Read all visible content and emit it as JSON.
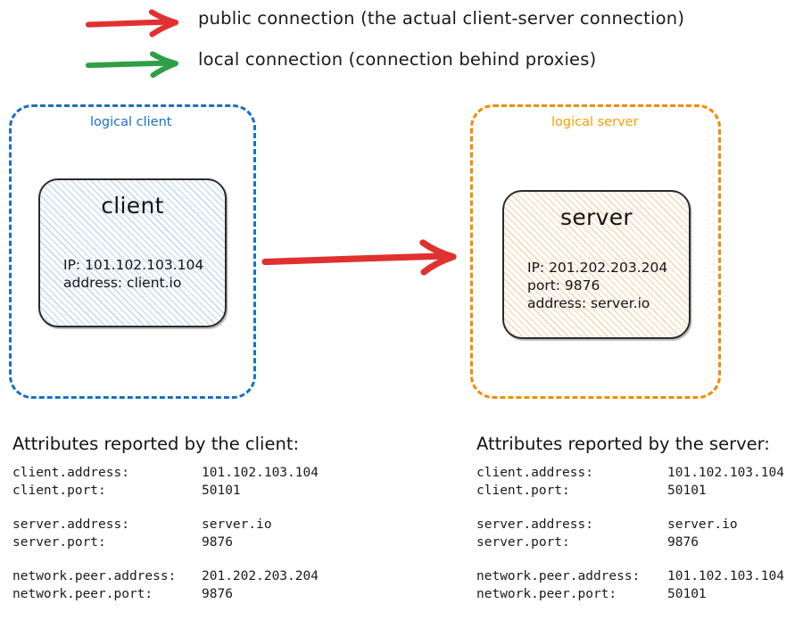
{
  "legend": {
    "items": [
      {
        "icon": "arrow-right-icon",
        "color": "#e03131",
        "label": "public connection (the actual client-server connection)"
      },
      {
        "icon": "arrow-right-icon",
        "color": "#2f9e44",
        "label": "local connection (connection behind proxies)"
      }
    ]
  },
  "diagram": {
    "client_container": {
      "label": "logical client",
      "color": "#1971c2"
    },
    "server_container": {
      "label": "logical server",
      "color": "#f59f00"
    },
    "client_node": {
      "title": "client",
      "lines": [
        "IP: 101.102.103.104",
        "address: client.io"
      ]
    },
    "server_node": {
      "title": "server",
      "lines": [
        "IP: 201.202.203.204",
        "port: 9876",
        "address: server.io"
      ]
    },
    "connection_arrow": {
      "icon": "arrow-right-icon",
      "color": "#e03131"
    }
  },
  "client_attributes": {
    "heading": "Attributes reported by the client:",
    "groups": [
      [
        {
          "key": "client.address:",
          "value": "101.102.103.104"
        },
        {
          "key": "client.port:",
          "value": "50101"
        }
      ],
      [
        {
          "key": "server.address:",
          "value": "server.io"
        },
        {
          "key": "server.port:",
          "value": "9876"
        }
      ],
      [
        {
          "key": "network.peer.address:",
          "value": "201.202.203.204"
        },
        {
          "key": "network.peer.port:",
          "value": "9876"
        }
      ]
    ]
  },
  "server_attributes": {
    "heading": "Attributes reported by the server:",
    "groups": [
      [
        {
          "key": "client.address:",
          "value": "101.102.103.104"
        },
        {
          "key": "client.port:",
          "value": "50101"
        }
      ],
      [
        {
          "key": "server.address:",
          "value": "server.io"
        },
        {
          "key": "server.port:",
          "value": "9876"
        }
      ],
      [
        {
          "key": "network.peer.address:",
          "value": "101.102.103.104"
        },
        {
          "key": "network.peer.port:",
          "value": "50101"
        }
      ]
    ]
  }
}
